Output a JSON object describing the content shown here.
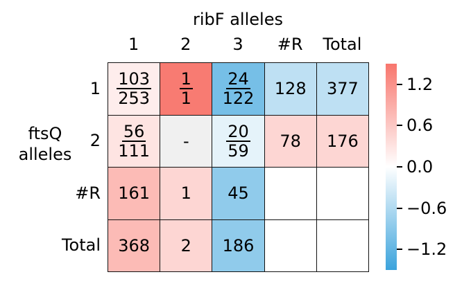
{
  "chart_data": {
    "type": "heatmap",
    "column_title": "ribF alleles",
    "row_title": "ftsQ alleles",
    "columns": [
      "1",
      "2",
      "3",
      "#R",
      "Total"
    ],
    "rows": [
      "1",
      "2",
      "#R",
      "Total"
    ],
    "cells": [
      [
        {
          "label": {
            "num": "103",
            "den": "253"
          },
          "value": 0.2
        },
        {
          "label": {
            "num": "1",
            "den": "1"
          },
          "value": 1.45
        },
        {
          "label": {
            "num": "24",
            "den": "122"
          },
          "value": -1.05
        },
        {
          "label": "128",
          "value": -0.5
        },
        {
          "label": "377",
          "value": -0.5
        }
      ],
      [
        {
          "label": {
            "num": "56",
            "den": "111"
          },
          "value": 0.3
        },
        {
          "label": "-",
          "value": null
        },
        {
          "label": {
            "num": "20",
            "den": "59"
          },
          "value": -0.2
        },
        {
          "label": "78",
          "value": 0.45
        },
        {
          "label": "176",
          "value": 0.45
        }
      ],
      [
        {
          "label": "161",
          "value": 0.75
        },
        {
          "label": "1",
          "value": 0.45
        },
        {
          "label": "45",
          "value": -0.85
        },
        {
          "label": "",
          "value": "empty"
        },
        {
          "label": "",
          "value": "empty"
        }
      ],
      [
        {
          "label": "368",
          "value": 0.75
        },
        {
          "label": "2",
          "value": 0.45
        },
        {
          "label": "186",
          "value": -0.85
        },
        {
          "label": "",
          "value": "empty"
        },
        {
          "label": "",
          "value": "empty"
        }
      ]
    ],
    "colorbar": {
      "ticks": [
        "1.2",
        "0.6",
        "0.0",
        "−0.6",
        "−1.2"
      ],
      "tick_values": [
        1.2,
        0.6,
        0.0,
        -0.6,
        -1.2
      ],
      "range": [
        -1.5,
        1.5
      ],
      "colors": {
        "high": "#f8766d",
        "mid": "#ffffff",
        "low": "#3ba3dc",
        "missing": "#f0f0f0",
        "empty": "#ffffff"
      }
    }
  }
}
